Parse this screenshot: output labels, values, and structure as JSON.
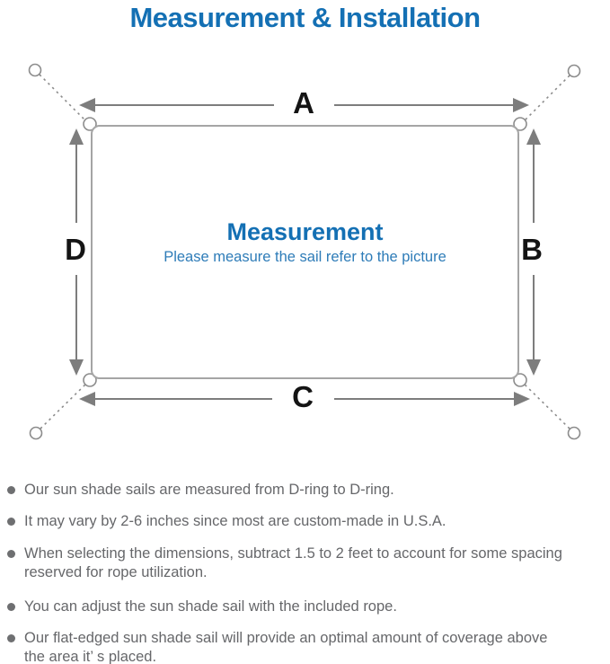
{
  "page": {
    "title": "Measurement & Installation"
  },
  "diagram": {
    "labels": {
      "top": "A",
      "right": "B",
      "bottom": "C",
      "left": "D"
    },
    "center_heading": "Measurement",
    "center_subtitle": "Please measure the sail refer to the picture"
  },
  "notes": {
    "items": [
      "Our sun shade sails are measured from D-ring to D-ring.",
      "It may vary by 2-6 inches since most are custom-made in U.S.A.",
      "When selecting the dimensions, subtract 1.5 to 2 feet to account for some spacing\nreserved for rope utilization.",
      "You can adjust the sun shade sail with the included rope.",
      "Our flat-edged sun shade sail will provide an optimal amount of coverage above\nthe area it’ s placed."
    ]
  },
  "colors": {
    "accent_blue": "#1470b4",
    "subtitle_blue": "#2e7cb8",
    "note_gray": "#66676a",
    "line_gray": "#7d7d7d"
  }
}
